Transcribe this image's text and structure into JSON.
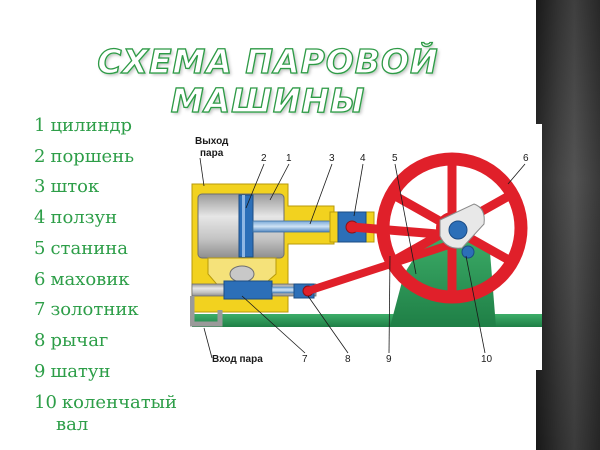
{
  "title": "СХЕМА ПАРОВОЙ МАШИНЫ",
  "legend": [
    {
      "num": "1",
      "label": "цилиндр"
    },
    {
      "num": "2",
      "label": "поршень"
    },
    {
      "num": "3",
      "label": "шток"
    },
    {
      "num": "4",
      "label": "ползун"
    },
    {
      "num": "5",
      "label": "станина"
    },
    {
      "num": "6",
      "label": "маховик"
    },
    {
      "num": "7",
      "label": "золотник"
    },
    {
      "num": "8",
      "label": "рычаг"
    },
    {
      "num": "9",
      "label": "шатун"
    },
    {
      "num": "10",
      "label": "коленчатый",
      "label_cont": "вал"
    }
  ],
  "diagram": {
    "steam_out_line1": "Выход",
    "steam_out_line2": "пара",
    "steam_in": "Вход пара",
    "callouts": [
      "2",
      "1",
      "3",
      "4",
      "5",
      "6",
      "7",
      "8",
      "9",
      "10"
    ]
  },
  "colors": {
    "title": "#2e9a46",
    "legend_text": "#2d9e48",
    "casing": "#f2d21f",
    "cylinder_metal": "#bcbcbc",
    "steel": "#2c6fb8",
    "flywheel": "#e0202a",
    "frame": "#2f9a5a",
    "right_band": "#2e2e2e"
  }
}
